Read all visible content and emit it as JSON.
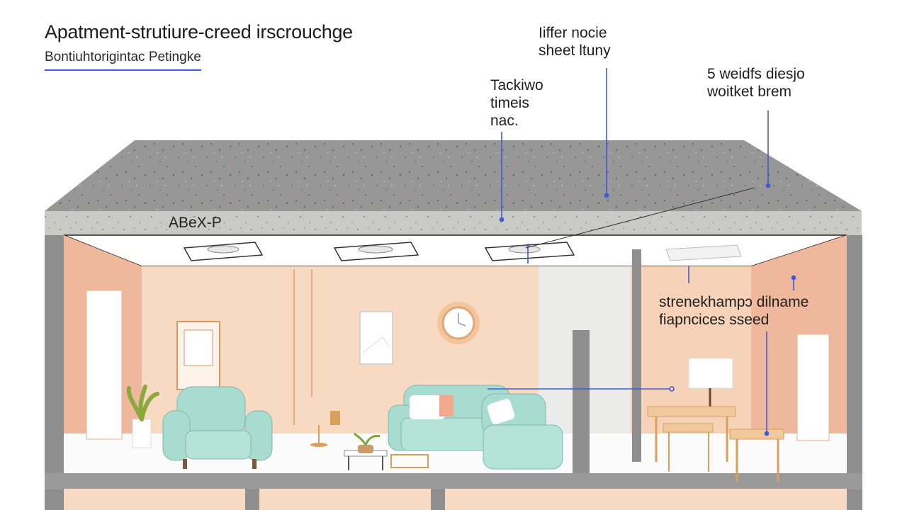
{
  "header": {
    "title": "Apatment-strutiure-creed irscrouchge",
    "subtitle": "Bontiuhtorigintaс Petingke"
  },
  "callouts": {
    "top_center": "Iiffer nocie\nsheet ltuny",
    "top_left": "Tackiwo\ntimeis\nnac.",
    "top_right": "5 weidfs diesjo\nwoitket brem",
    "slab": "ABeX-P",
    "right_middle": "strenekhampɔ dilname\nfiapncices sseed"
  },
  "colors": {
    "slab": "#9a9a9a",
    "slab_front": "#c7c7c4",
    "wall": "#f8d9c2",
    "wall_side": "#efb79c",
    "column": "#8f8f8f",
    "leader": "#3b5bd9",
    "furniture": "#a9dcd0",
    "wood": "#d9a05b"
  },
  "icons": [
    "plant-icon",
    "armchair-icon",
    "sofa-icon",
    "lamp-icon",
    "clock-icon",
    "picture-frame-icon",
    "coffee-table-icon"
  ]
}
